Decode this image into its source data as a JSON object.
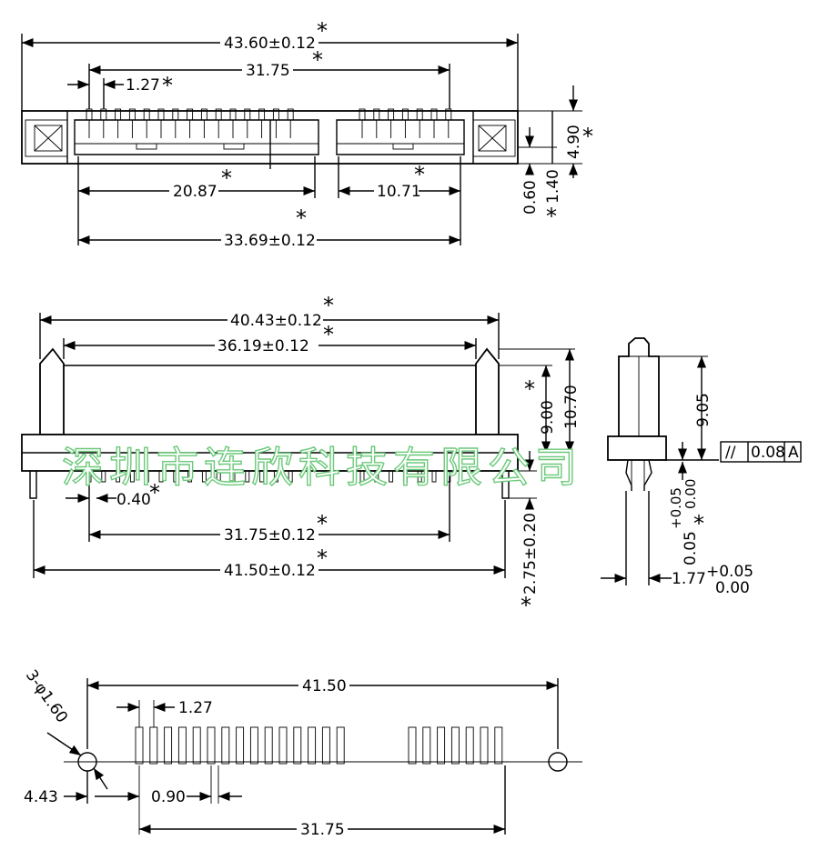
{
  "top_view": {
    "overall_width": "43.60±0.12",
    "pin_span": "31.75",
    "pitch": "1.27",
    "left_block": "20.87",
    "right_block": "10.71",
    "body_width": "33.69±0.12",
    "height": "4.90",
    "offset_a": "0.60",
    "offset_b": "1.40"
  },
  "front_view": {
    "overall_width": "40.43±0.12",
    "inner_width": "36.19±0.12",
    "height_a": "9.00",
    "height_b": "10.70",
    "pin_width": "0.40",
    "pin_span": "31.75±0.12",
    "lead_span": "41.50±0.12",
    "lead_length": "2.75±0.20"
  },
  "side_view": {
    "height": "9.05",
    "flatness_symbol": "//",
    "flatness_value": "0.08",
    "datum": "A",
    "tol_upper": "+0.05",
    "tol_lower": "0.00",
    "offset_value": "0.05",
    "width_value": "1.77",
    "width_tol_upper": "+0.05",
    "width_tol_lower": "0.00"
  },
  "footprint": {
    "overall_span": "41.50",
    "hole_spec": "3-φ1.60",
    "pitch": "1.27",
    "hole_offset": "4.43",
    "pad_width": "0.90",
    "pad_span": "31.75"
  },
  "critical_mark": "*",
  "watermark": "深圳市连欣科技有限公司"
}
